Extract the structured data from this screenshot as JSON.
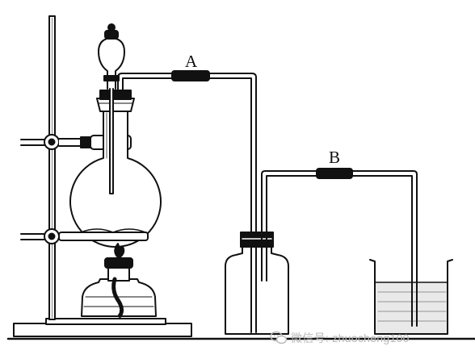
{
  "labels": {
    "a": "A",
    "b": "B"
  },
  "watermark": {
    "text": "微信号: zhuocheng100",
    "icon": "wechat-icon"
  },
  "colors": {
    "ink": "#111111",
    "water": "#e9e9e9",
    "watermark": "#b8b8b8"
  }
}
